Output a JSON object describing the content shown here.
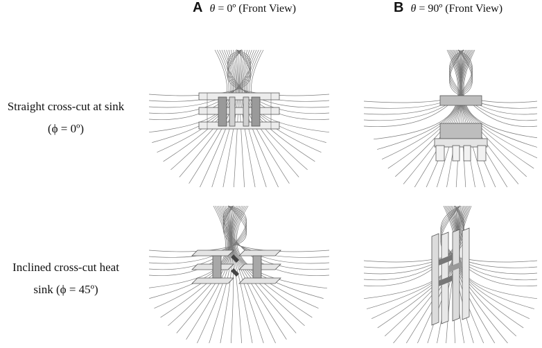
{
  "columns": [
    {
      "letter": "A",
      "theta": "θ",
      "text": " = 0º (Front View)"
    },
    {
      "letter": "B",
      "theta": "θ",
      "text": " = 90º (Front View)"
    }
  ],
  "rows": [
    {
      "line1": "Straight cross-cut at sink",
      "line2": "(ϕ = 0º)"
    },
    {
      "line1": "Inclined cross-cut heat",
      "line2": "sink (ϕ = 45º)"
    }
  ],
  "colors": {
    "streamline": "#7a7a7a",
    "fin_fill": "#e6e6e6",
    "fin_stroke": "#555555",
    "fin_dark": "#9a9a9a"
  }
}
